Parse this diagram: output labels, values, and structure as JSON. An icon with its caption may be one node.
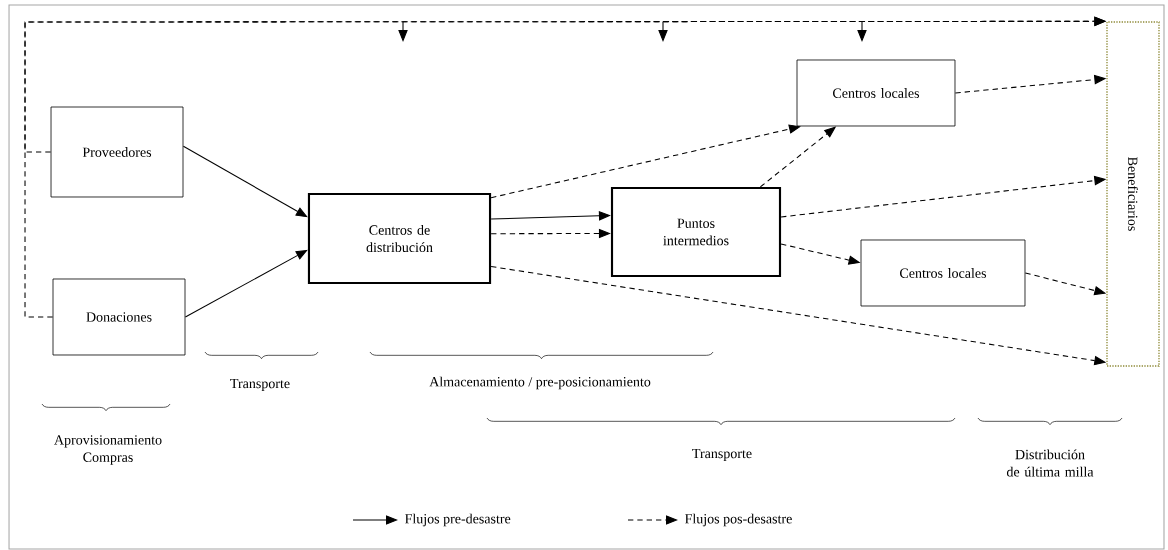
{
  "diagram": {
    "nodes": [
      {
        "text": [
          "Proveedores"
        ]
      },
      {
        "text": [
          "Donaciones"
        ]
      },
      {
        "text": [
          "Centros de distribución"
        ]
      },
      {
        "text": [
          "Puntos intermedios"
        ]
      },
      {
        "text": [
          "Centros locales"
        ]
      },
      {
        "text": [
          "Centros locales"
        ]
      },
      {
        "text": [
          "Beneficiarios"
        ]
      }
    ],
    "edges": [
      {
        "from": 0,
        "to": 2,
        "arrow": "to"
      },
      {
        "from": 1,
        "to": 2,
        "arrow": "to"
      },
      {
        "from": 2,
        "to": 3,
        "arrow": "to"
      },
      {
        "from": 2,
        "to": 3,
        "arrow": "to",
        "style": "dashed"
      },
      {
        "from": 2,
        "to": 4,
        "arrow": "to",
        "style": "dashed"
      },
      {
        "from": 3,
        "to": 4,
        "arrow": "to",
        "style": "dashed"
      },
      {
        "from": 4,
        "to": 6,
        "arrow": "to",
        "style": "dashed"
      },
      {
        "from": 3,
        "to": 6,
        "arrow": "to",
        "style": "dashed"
      },
      {
        "from": 3,
        "to": 5,
        "arrow": "to",
        "style": "dashed"
      },
      {
        "from": 5,
        "to": 6,
        "arrow": "to",
        "style": "dashed"
      },
      {
        "from": 2,
        "to": 6,
        "arrow": "to",
        "style": "dashed"
      },
      {
        "from": 0,
        "to": 6,
        "arrow": "to",
        "style": "dashed"
      },
      {
        "from": 1,
        "to": 6,
        "arrow": "to",
        "style": "dashed"
      }
    ],
    "labels": [
      "Transporte",
      "Almacenamiento / pre-posicionamiento",
      "Aprovisionamiento Compras",
      "Transporte",
      "Distribución de última milla"
    ],
    "legend": [
      {
        "text": "Flujos pre-desastre"
      },
      {
        "text": "Flujos pos-desastre"
      }
    ]
  }
}
